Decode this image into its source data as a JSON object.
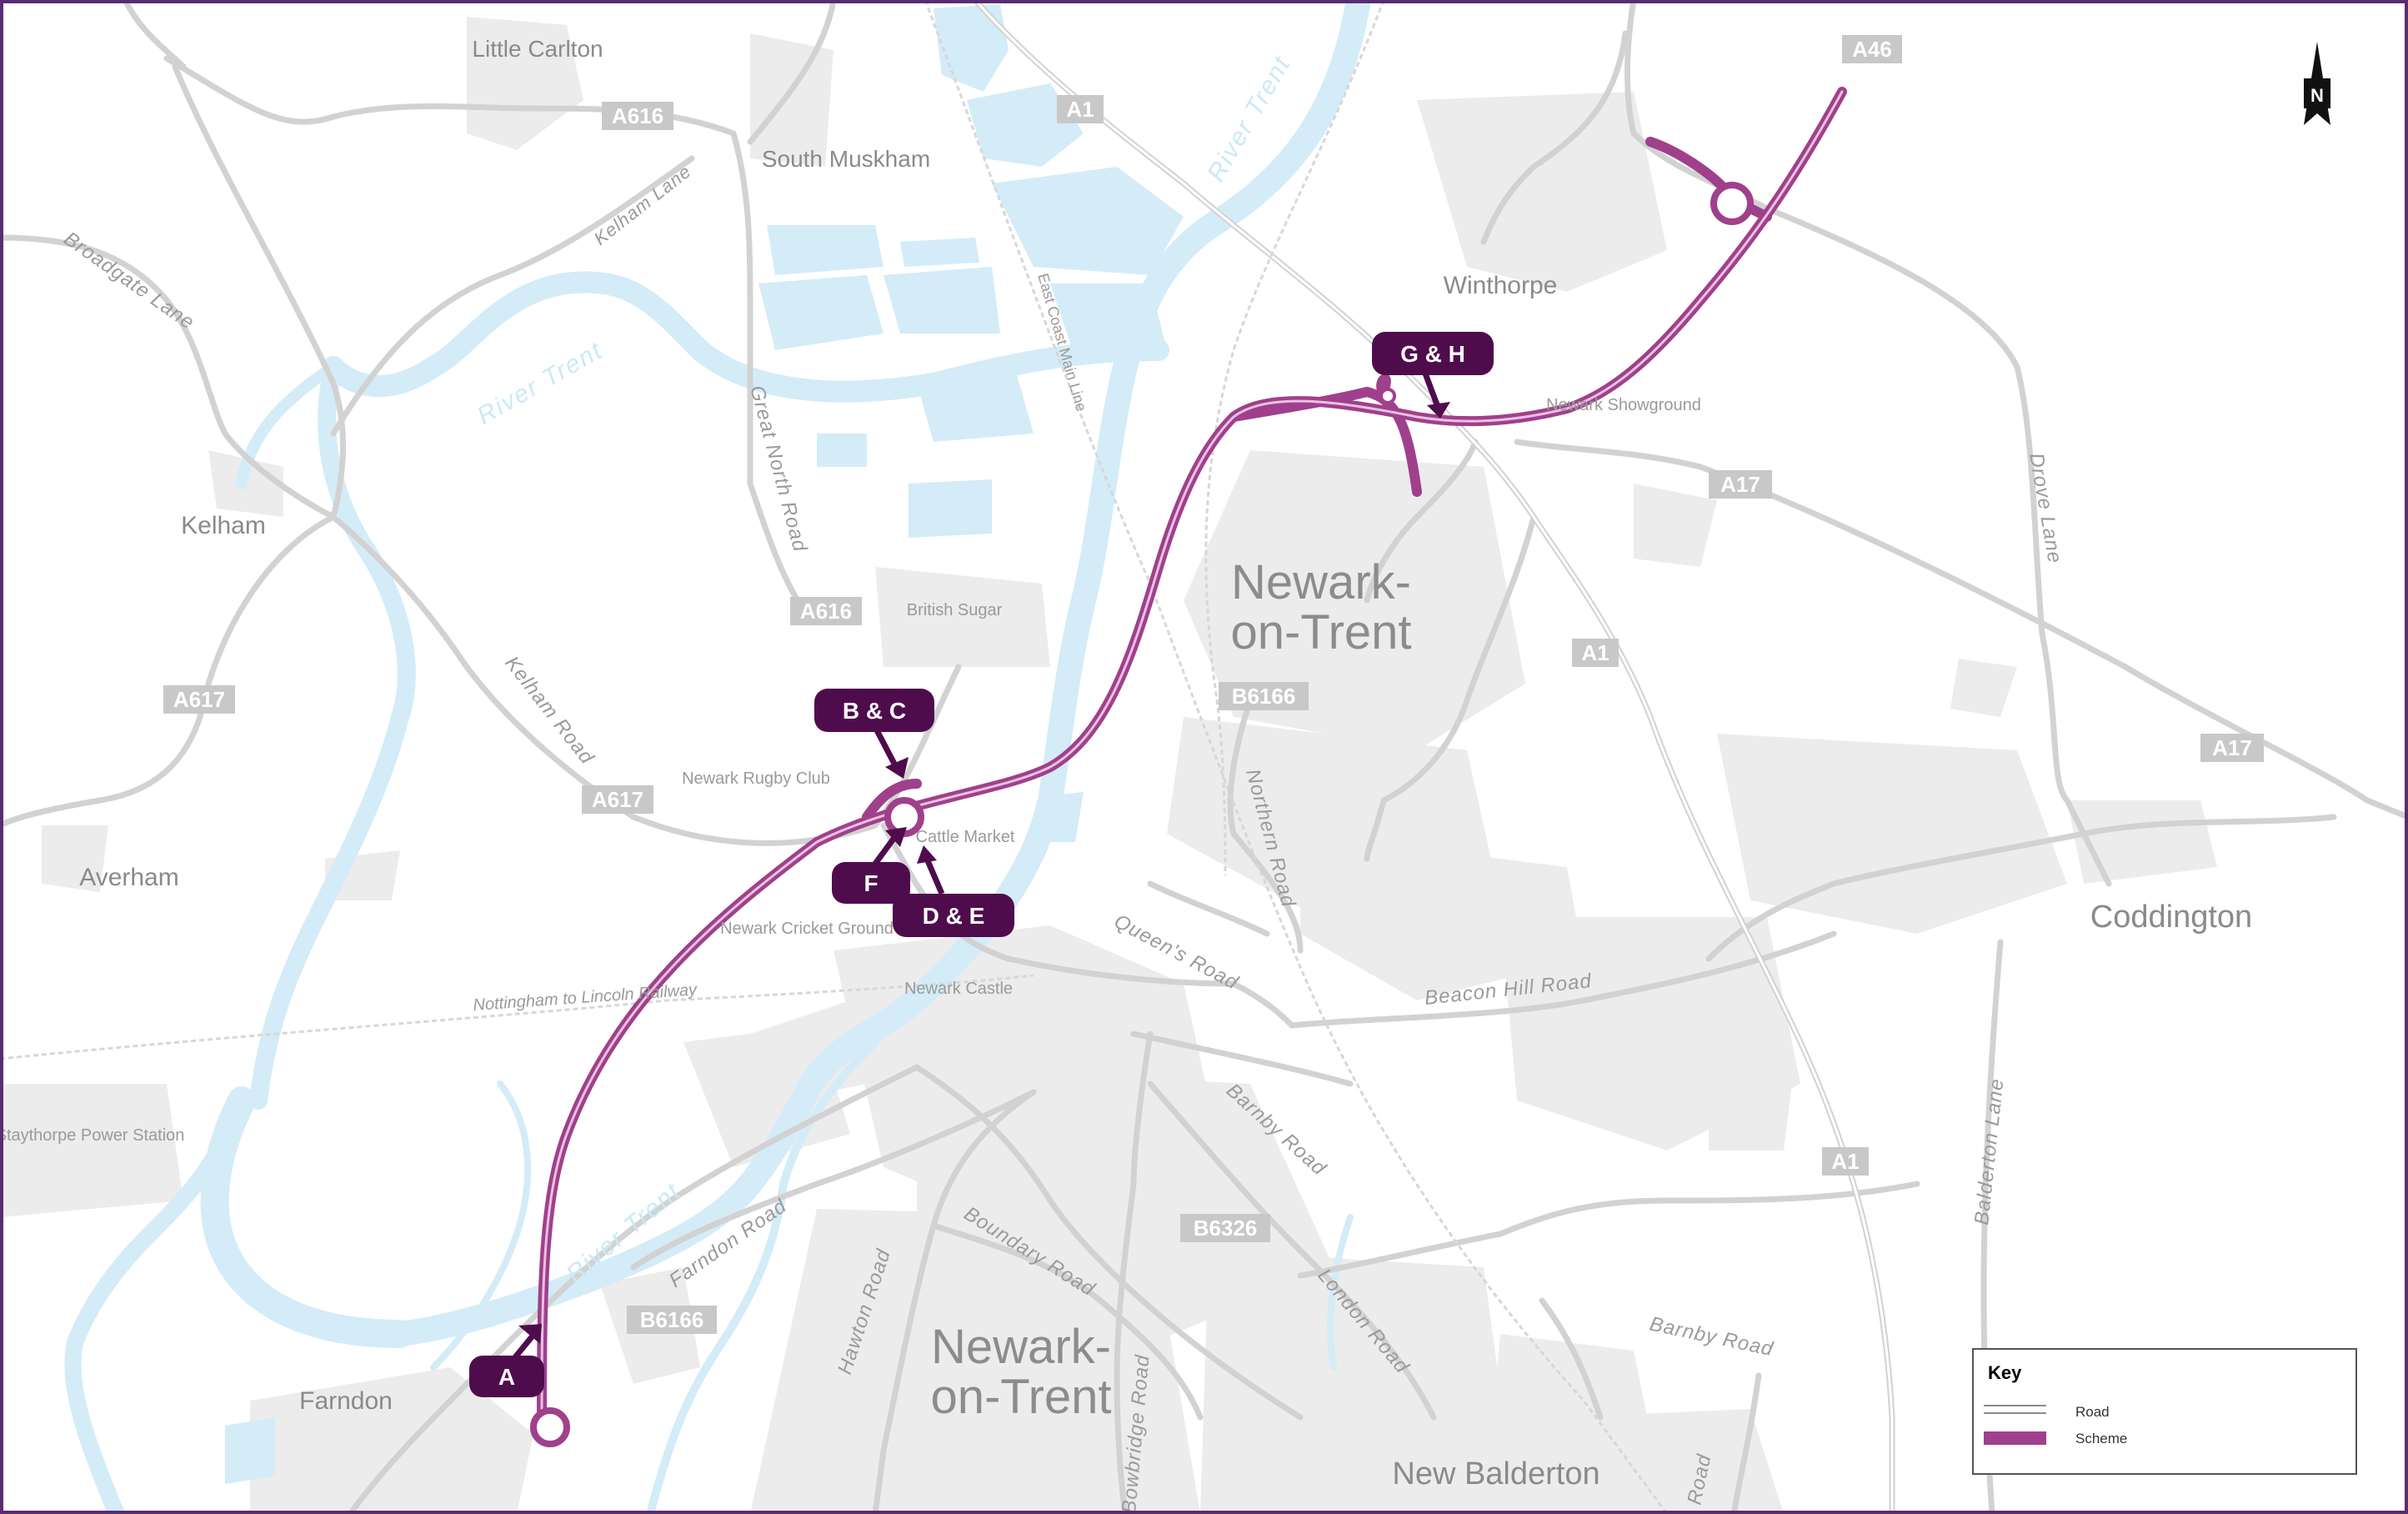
{
  "colors": {
    "scheme": "#a0408c",
    "callout": "#4f0c4d",
    "water": "#d3ecf8",
    "builtup": "#e9e9e9",
    "road": "#d2d2d2",
    "shield": "#c8c8c8"
  },
  "north": {
    "label": "N"
  },
  "places": {
    "little_carlton": "Little Carlton",
    "south_muskham": "South Muskham",
    "winthorpe": "Winthorpe",
    "kelham": "Kelham",
    "newark_1": "Newark-",
    "newark_2": "on-Trent",
    "averham": "Averham",
    "coddington": "Coddington",
    "farndon": "Farndon",
    "newark_south_1": "Newark-",
    "newark_south_2": "on-Trent",
    "new_balderton": "New Balderton"
  },
  "features": {
    "british_sugar": "British Sugar",
    "newark_rugby_club": "Newark Rugby Club",
    "cattle_market": "Cattle Market",
    "newark_cricket_ground": "Newark Cricket Ground",
    "newark_castle": "Newark Castle",
    "newark_showground": "Newark Showground",
    "staythorpe_power_station": "Staythorpe Power Station",
    "rail_ecml": "East Coast Main Line",
    "rail_nottingham": "Nottingham to Lincoln Railway"
  },
  "road_names": {
    "broadgate_lane": "Broadgate Lane",
    "kelham_lane": "Kelham Lane",
    "great_north_road": "Great North Road",
    "kelham_road": "Kelham Road",
    "northern_road": "Northern Road",
    "queens_road": "Queen's Road",
    "beacon_hill_road": "Beacon Hill Road",
    "barnby_road_1": "Barnby Road",
    "barnby_road_2": "Barnby Road",
    "boundary_road": "Boundary Road",
    "london_road": "London Road",
    "farndon_road": "Farndon Road",
    "hawton_road": "Hawton Road",
    "bowbridge_road": "Bowbridge Road",
    "drove_lane": "Drove Lane",
    "balderton_lane": "Balderton Lane",
    "cut_road": "Road"
  },
  "rivers": {
    "trent_1": "River Trent",
    "trent_2": "River Trent",
    "trent_3": "River Trent"
  },
  "shields": {
    "a46": "A46",
    "a1_north": "A1",
    "a616_north": "A616",
    "a616_mid": "A616",
    "a617_west": "A617",
    "a617_mid": "A617",
    "a17_east": "A17",
    "a17_far": "A17",
    "a1_mid": "A1",
    "a1_south": "A1",
    "b6166_mid": "B6166",
    "b6166_south": "B6166",
    "b6326": "B6326"
  },
  "callouts": {
    "a": "A",
    "bc": "B & C",
    "de": "D & E",
    "f": "F",
    "gh": "G & H"
  },
  "key": {
    "title": "Key",
    "road": "Road",
    "scheme": "Scheme"
  }
}
